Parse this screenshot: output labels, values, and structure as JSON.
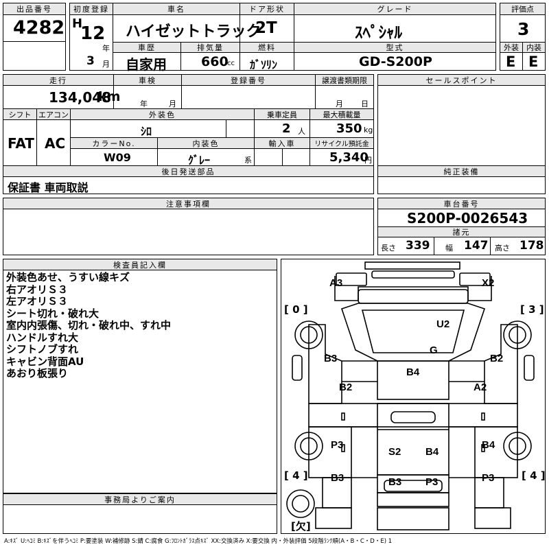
{
  "header": {
    "lot_label": "出品番号",
    "lot_value": "4282",
    "reg_label": "初度登録",
    "era": "H",
    "year": "12",
    "year_unit": "年",
    "month": "3",
    "month_unit": "月",
    "name_label": "車名",
    "name_value": "ハイゼットトラック",
    "history_label": "車歴",
    "history_value": "自家用",
    "disp_label": "排気量",
    "disp_value": "660",
    "disp_unit": "cc",
    "door_label": "ドア形状",
    "door_value": "2T",
    "fuel_label": "燃料",
    "fuel_value": "ｶﾞｿﾘﾝ",
    "grade_label": "グレード",
    "grade_value": "ｽﾍﾟｼｬﾙ",
    "model_label": "型式",
    "model_value": "GD-S200P",
    "score_label": "評価点",
    "score_value": "3",
    "ext_label": "外装",
    "ext_value": "E",
    "int_label": "内装",
    "int_value": "E"
  },
  "specs": {
    "mileage_label": "走行",
    "mileage_value": "134,048",
    "mileage_unit": "km",
    "inspection_label": "車検",
    "inspection_year": "年",
    "inspection_month": "月",
    "regno_label": "登録番号",
    "transfer_label": "譲渡書類期限",
    "transfer_month": "月",
    "transfer_day": "日",
    "shift_label": "シフト",
    "shift_value": "FAT",
    "ac_label": "エアコン",
    "ac_value": "AC",
    "color_label": "外装色",
    "color_value": "ｼﾛ",
    "capacity_label": "乗車定員",
    "capacity_value": "2",
    "capacity_unit": "人",
    "load_label": "最大積載量",
    "load_value": "350",
    "load_unit": "kg",
    "colorno_label": "カラーNo.",
    "colorno_value": "W09",
    "interior_label": "内装色",
    "interior_value": "ｸﾞﾚｰ",
    "interior_unit": "系",
    "import_label": "輸入車",
    "recycle_label": "リサイクル預託金",
    "recycle_value": "5,340",
    "recycle_unit": "円",
    "later_label": "後日発送部品",
    "later_value": "保証書 車両取説",
    "caution_label": "注意事項欄"
  },
  "right": {
    "sales_label": "セールスポイント",
    "equip_label": "純正装備",
    "chassis_label": "車台番号",
    "chassis_value": "S200P-0026543",
    "dims_label": "諸元",
    "length_label": "長さ",
    "length_value": "339",
    "width_label": "幅",
    "width_value": "147",
    "height_label": "高さ",
    "height_value": "178"
  },
  "inspector": {
    "label": "検査員記入欄",
    "notes": [
      "外装色あせ、うすい線キズ",
      "右アオリＳ３",
      "左アオリＳ３",
      "シート切れ・破れ大",
      "室内内張傷、切れ・破れ中、すれ中",
      "ハンドルすれ大",
      "シフトノブすれ",
      "キャビン背面AU",
      "あおり板張り"
    ]
  },
  "office": {
    "label": "事務局よりご案内"
  },
  "diagram": {
    "marks": [
      {
        "id": "A3",
        "text": "A3"
      },
      {
        "id": "X2",
        "text": "X2"
      },
      {
        "id": "U2",
        "text": "U2"
      },
      {
        "id": "G",
        "text": "G"
      },
      {
        "id": "B3a",
        "text": "B3"
      },
      {
        "id": "B2a",
        "text": "B2"
      },
      {
        "id": "B4a",
        "text": "B4"
      },
      {
        "id": "B2b",
        "text": "B2"
      },
      {
        "id": "A2",
        "text": "A2"
      },
      {
        "id": "P3a",
        "text": "P3"
      },
      {
        "id": "S2",
        "text": "S2"
      },
      {
        "id": "B4b",
        "text": "B4"
      },
      {
        "id": "B4c",
        "text": "B4"
      },
      {
        "id": "B3b",
        "text": "B3"
      },
      {
        "id": "B3c",
        "text": "B3"
      },
      {
        "id": "P3b",
        "text": "P3"
      },
      {
        "id": "P3c",
        "text": "P3"
      }
    ],
    "tire_fl": "[ 0 ]",
    "tire_fr": "[ 3 ]",
    "tire_rl": "[ 4 ]",
    "tire_rr": "[ 4 ]",
    "spare": "[欠]"
  },
  "legend": "A:ｷｽﾞ U:ﾍｺﾐ B:ｷｽﾞを伴うﾍｺﾐ P:要塗装 W:補修跡 S:錆 C:腐食 G:ﾌﾛﾝﾄｶﾞﾗｽ点ｷｽﾞ XX:交換済み X:要交換 内・外装評価 5段階ﾗﾝｸ順(A・B・C・D・E) 1"
}
